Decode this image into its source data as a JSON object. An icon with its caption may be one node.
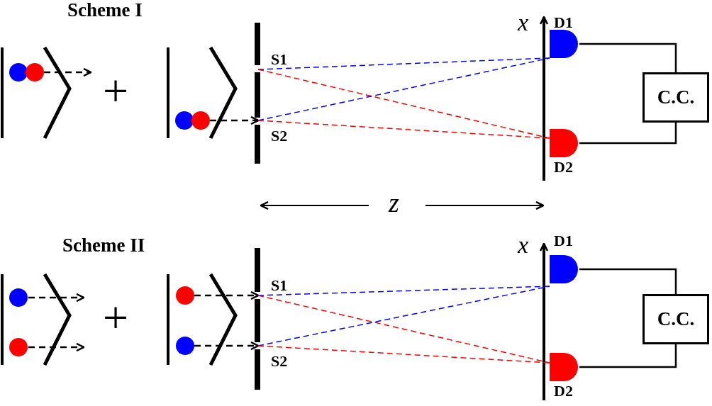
{
  "diagram": {
    "nodes": [
      {
        "text": [
          "D1"
        ]
      },
      {
        "text": [
          "S1"
        ]
      },
      {
        "text": [
          "C.C."
        ]
      },
      {
        "text": [
          "S2"
        ]
      },
      {
        "text": [
          "D2"
        ]
      },
      {
        "text": [
          "D1"
        ]
      },
      {
        "text": [
          "S1"
        ]
      },
      {
        "text": [
          "C.C."
        ]
      },
      {
        "text": [
          "S2"
        ]
      },
      {
        "text": [
          "D2"
        ]
      },
      {
        "text": [],
        "shape": "circle"
      },
      {
        "text": [],
        "shape": "circle"
      },
      {
        "text": [],
        "shape": "circle"
      }
    ],
    "edges": [
      {
        "from": 10,
        "to": 3,
        "arrow": "to",
        "style": "dashed"
      },
      {
        "from": 1,
        "to": 0,
        "arrow": "none",
        "style": "dashed",
        "color": "#0000ff"
      },
      {
        "from": 1,
        "to": 4,
        "arrow": "none",
        "style": "dashed",
        "color": "#ff0000"
      },
      {
        "from": 3,
        "to": 0,
        "arrow": "none",
        "style": "dashed",
        "color": "#0000ff"
      },
      {
        "from": 3,
        "to": 4,
        "arrow": "none",
        "style": "dashed",
        "color": "#ff0000"
      },
      {
        "from": 0,
        "to": 2,
        "arrow": "none"
      },
      {
        "from": 4,
        "to": 2,
        "arrow": "none"
      },
      {
        "from": 11,
        "to": 6,
        "arrow": "to",
        "style": "dashed"
      },
      {
        "from": 12,
        "to": 8,
        "arrow": "to",
        "style": "dashed"
      },
      {
        "from": 6,
        "to": 5,
        "arrow": "none",
        "style": "dashed",
        "color": "#0000ff"
      },
      {
        "from": 6,
        "to": 9,
        "arrow": "none",
        "style": "dashed",
        "color": "#ff0000"
      },
      {
        "from": 8,
        "to": 5,
        "arrow": "none",
        "style": "dashed",
        "color": "#0000ff"
      },
      {
        "from": 8,
        "to": 9,
        "arrow": "none",
        "style": "dashed",
        "color": "#ff0000"
      },
      {
        "from": 5,
        "to": 7,
        "arrow": "none"
      },
      {
        "from": 9,
        "to": 7,
        "arrow": "none"
      }
    ],
    "labels": [
      "Scheme I",
      "x",
      "+",
      "z",
      "Scheme II",
      "x",
      "+"
    ]
  }
}
